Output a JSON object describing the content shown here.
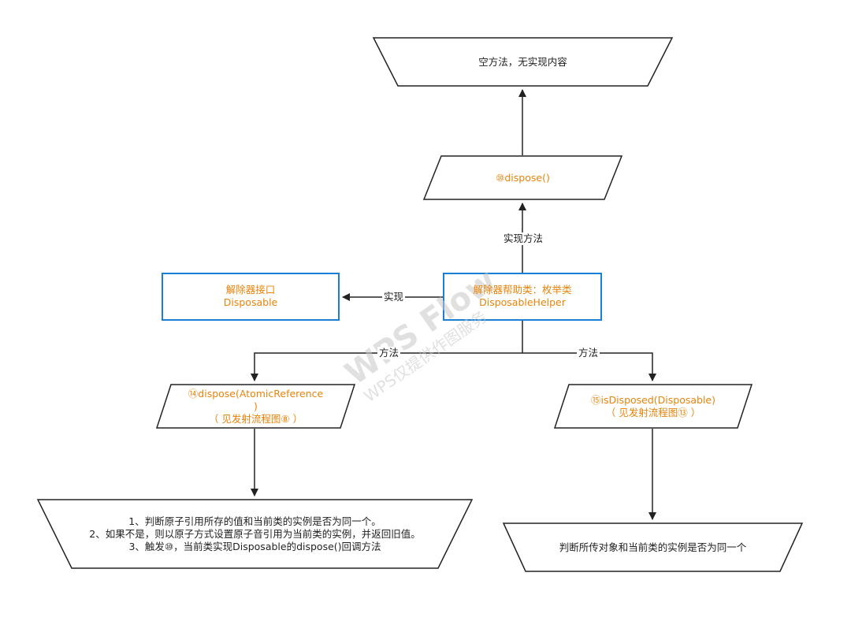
{
  "nodes": {
    "empty_method": {
      "text": "空方法，无实现内容"
    },
    "dispose10": {
      "text": "⑩dispose()"
    },
    "disposable_interface": {
      "line1": "解除器接口",
      "line2": "Disposable"
    },
    "disposable_helper": {
      "line1": "解除器帮助类：枚举类",
      "line2": "DisposableHelper"
    },
    "dispose14": {
      "line1": "⑭dispose(AtomicReference",
      "line2": ")",
      "line3": "（ 见发射流程图⑧ ）"
    },
    "is_disposed15": {
      "line1": "⑮isDisposed(Disposable)",
      "line2": "（ 见发射流程图⑬ ）"
    },
    "dispose_steps": {
      "line1": "1、判断原子引用所存的值和当前类的实例是否为同一个。",
      "line2": "2、如果不是，则以原子方式设置原子音引用为当前类的实例，并返回旧值。",
      "line3": "3、触发⑩，当前类实现Disposable的dispose()回调方法"
    },
    "judge_same": {
      "text": "判断所传对象和当前类的实例是否为同一个"
    }
  },
  "edges": {
    "implements_method": "实现方法",
    "implements": "实现",
    "method_left": "方法",
    "method_right": "方法"
  },
  "watermark": {
    "line1": "WPS Flow",
    "line2": "WPS仅提供作图服务"
  },
  "colors": {
    "stroke": "#222222",
    "accent_text": "#e8840c",
    "blue_border": "#1a7fd6"
  }
}
